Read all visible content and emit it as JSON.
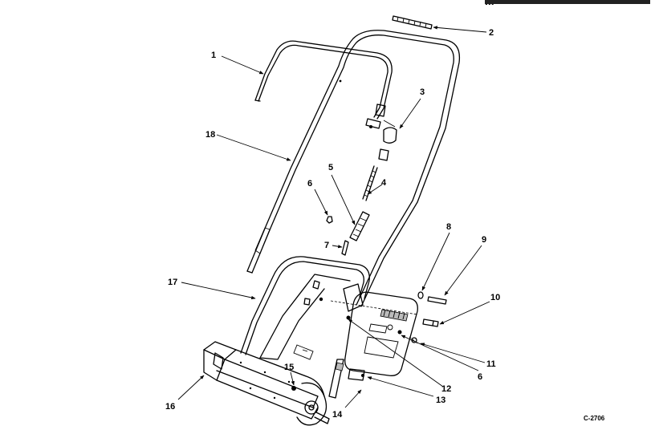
{
  "header_fragment": "...",
  "callouts": [
    "1",
    "2",
    "3",
    "4",
    "5",
    "6",
    "7",
    "8",
    "9",
    "10",
    "11",
    "12",
    "6",
    "13",
    "14",
    "15",
    "16",
    "17",
    "18"
  ],
  "figure_code": "C-2706"
}
